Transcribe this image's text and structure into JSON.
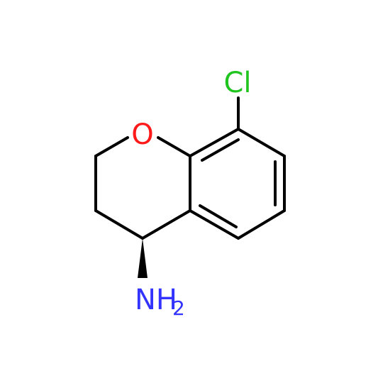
{
  "molecule": {
    "atoms": {
      "cl": {
        "symbol": "Cl",
        "color": "#1fc41f"
      },
      "o": {
        "symbol": "O",
        "color": "#ff1a1a"
      },
      "n": {
        "symbol": "NH",
        "subscript": "2",
        "color": "#3333ff"
      }
    },
    "bond_color": "#000000",
    "stereo": "wedge"
  }
}
